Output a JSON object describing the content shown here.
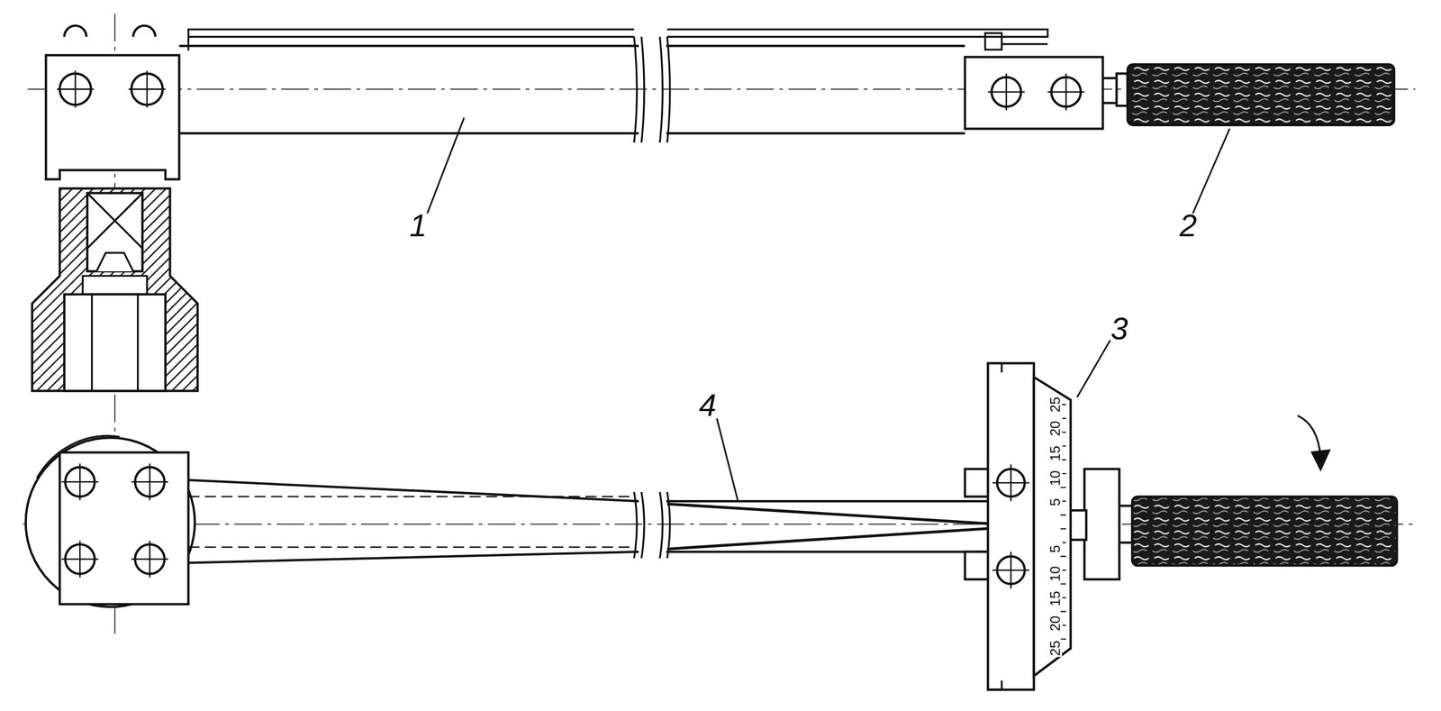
{
  "diagram": {
    "labels": [
      "1",
      "2",
      "3",
      "4",
      "25",
      "20",
      "15",
      "10",
      "5",
      "5",
      "10",
      "15",
      "20",
      "25"
    ]
  }
}
